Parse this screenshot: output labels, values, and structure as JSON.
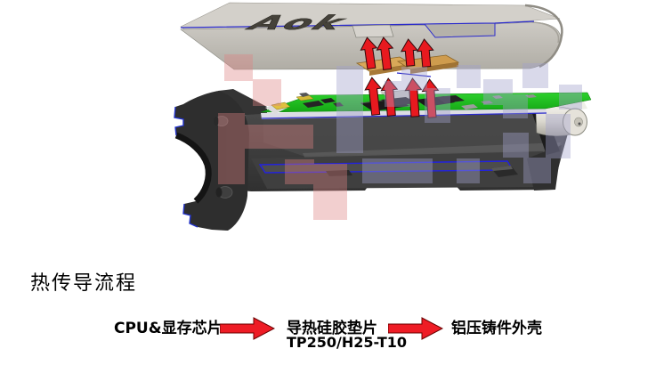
{
  "title": "热传导流程",
  "figure": {
    "lid_label": "Aok",
    "colors": {
      "arrow_red": "#e8191f",
      "flow_arrow_red": "#ee1c25",
      "pcb_green": "#2dd12d",
      "edge_highlight_blue": "#2a2acc",
      "thermal_pad_tan": "#d9a858",
      "chassis_gray": "#3d3d3d",
      "lid_gray": "#c8c5bf",
      "connector_white": "#e5e2da",
      "watermark_pink": "#deb2b2",
      "watermark_lavender": "#b4b4d2"
    }
  },
  "flow": {
    "steps": [
      {
        "label": "CPU&显存芯片"
      },
      {
        "label": "导热硅胶垫片",
        "sublabel": "TP250/H25-T10"
      },
      {
        "label": "铝压铸件外壳"
      }
    ]
  }
}
